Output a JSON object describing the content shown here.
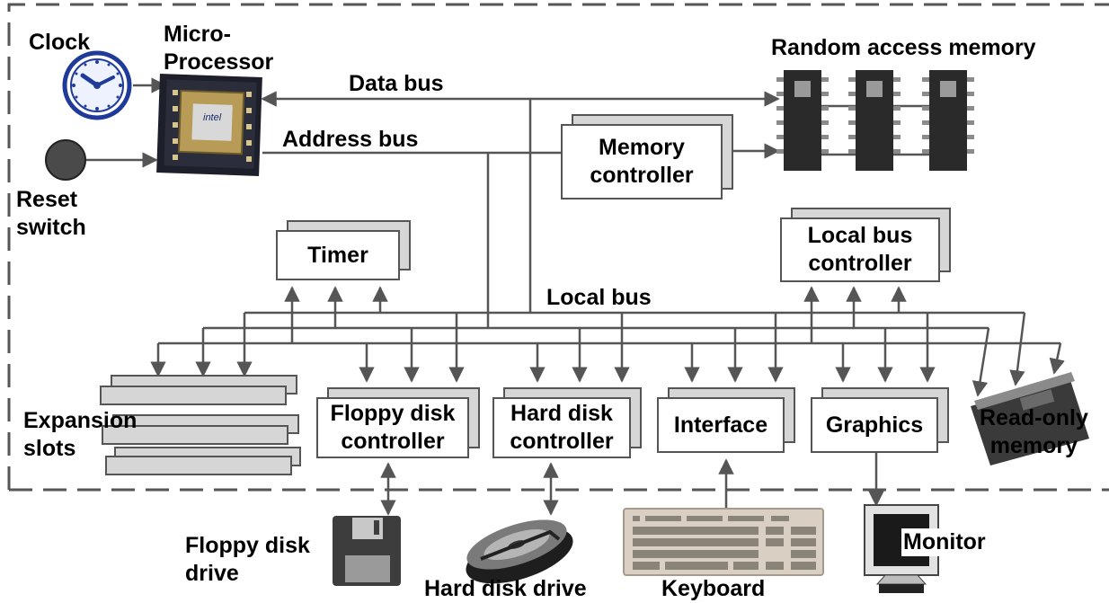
{
  "labels": {
    "clock": "Clock",
    "microprocessor": "Micro-\nProcessor",
    "reset_switch": "Reset\nswitch",
    "data_bus": "Data bus",
    "address_bus": "Address bus",
    "ram": "Random access memory",
    "memory_controller": "Memory\ncontroller",
    "timer": "Timer",
    "local_bus_controller": "Local bus\ncontroller",
    "local_bus": "Local bus",
    "expansion_slots": "Expansion\nslots",
    "floppy_controller": "Floppy disk\ncontroller",
    "hard_disk_controller": "Hard disk\ncontroller",
    "interface": "Interface",
    "graphics": "Graphics",
    "rom": "Read-only\nmemory",
    "floppy_drive": "Floppy disk\ndrive",
    "hard_disk_drive": "Hard disk drive",
    "keyboard": "Keyboard",
    "monitor": "Monitor"
  },
  "icons": [
    "clock-icon",
    "microprocessor-icon",
    "reset-switch-icon",
    "ram-chip-icon",
    "rom-chip-icon",
    "floppy-disk-icon",
    "hard-disk-icon",
    "keyboard-icon",
    "monitor-icon"
  ],
  "colors": {
    "line": "#555555",
    "box_shadow": "#d6d6d6",
    "chip": "#2a2a2a"
  }
}
